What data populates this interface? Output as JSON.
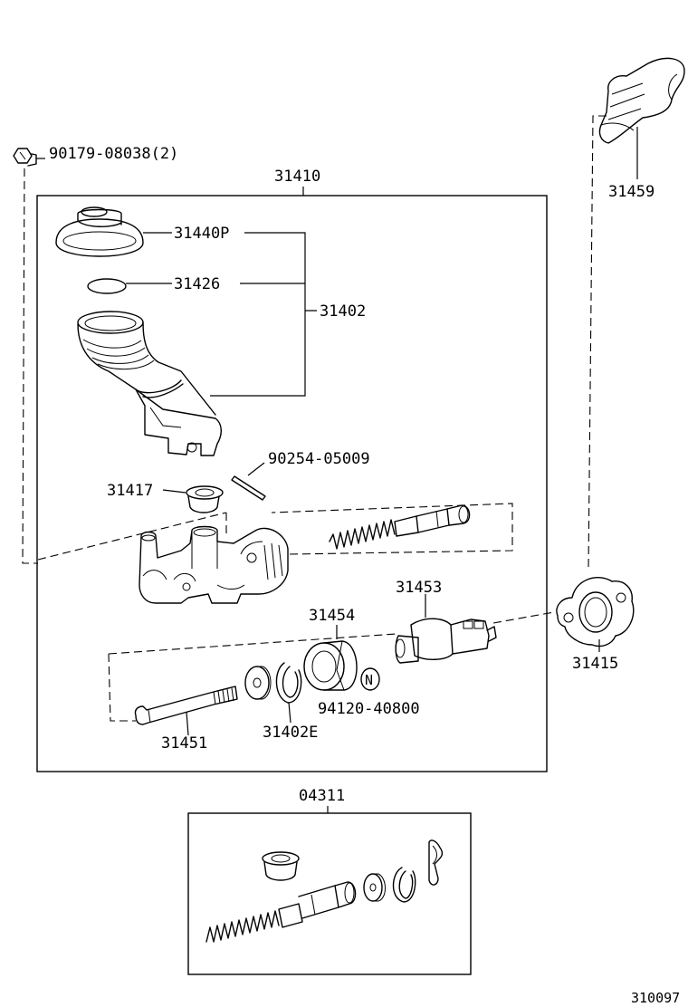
{
  "labels": {
    "bolt": "90179-08038(2)",
    "assembly": "31410",
    "clamp": "31459",
    "cap": "31440P",
    "ring": "31426",
    "reservoir": "31402",
    "pin": "90254-05009",
    "grommet": "31417",
    "piston_rod": "31453",
    "boot": "31454",
    "nut_marker": "N",
    "nut": "94120-40800",
    "gasket": "31415",
    "push_rod": "31451",
    "snap_ring": "31402E",
    "repair_kit": "04311",
    "drawing_no": "310097"
  }
}
